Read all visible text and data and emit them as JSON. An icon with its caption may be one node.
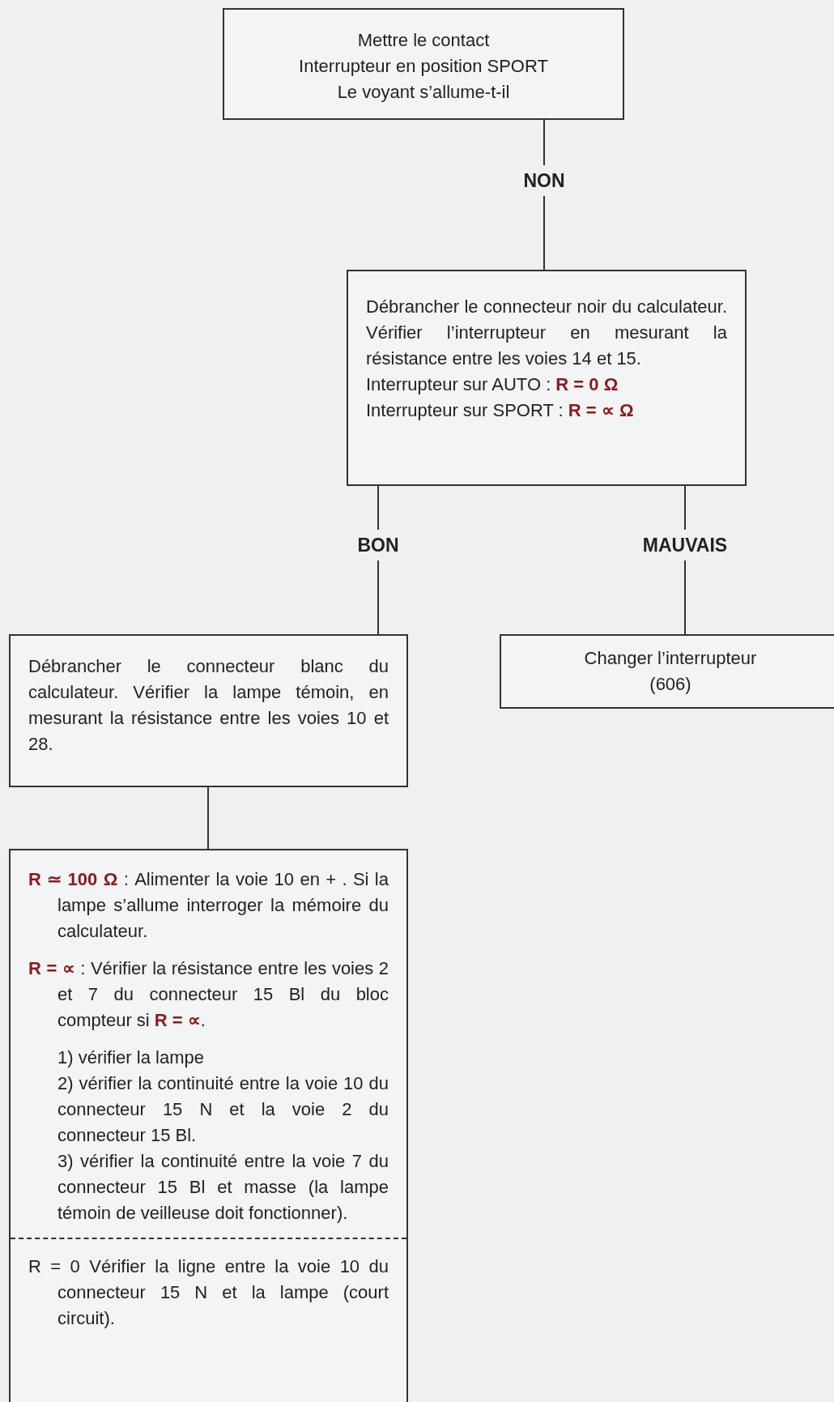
{
  "diagram": {
    "nodes": [
      {
        "text": [
          "Mettre le contact",
          "Interrupteur en position SPORT",
          "Le voyant s’allume-t-il"
        ]
      },
      {
        "text": [
          "Débrancher le connecteur noir du calculateur. Vérifier l’interrupteur en mesurant la résistance entre les voies 14 et 15.",
          "Interrupteur sur AUTO : **R = 0 Ω**",
          "Interrupteur sur SPORT : **R = ∝ Ω**"
        ]
      },
      {
        "text": [
          "Débrancher le connecteur blanc du calculateur. Vérifier la lampe témoin, en mesurant la résistance entre les voies 10 et 28."
        ]
      },
      {
        "text": [
          "Changer l’interrupteur",
          "(606)"
        ]
      },
      {
        "text": [
          "**R ≃ 100 Ω** : Alimenter la voie 10 en + . Si la lampe s’allume interroger la mémoire du calculateur.",
          "**R = ∝** : Vérifier la résistance entre les voies 2 et 7 du connecteur 15 Bl du bloc compteur si **R = ∝**.",
          "1) vérifier la lampe",
          "2) vérifier la continuité entre la voie 10 du connecteur 15 N et la voie 2 du connecteur 15 Bl.",
          "3) vérifier la continuité entre la voie 7 du connecteur 15 Bl et masse (la lampe témoin de veilleuse doit fonctionner).",
          "R = 0 Vérifier la ligne entre la voie 10 du connecteur 15 N et la lampe (court circuit)."
        ]
      }
    ],
    "edges": [
      {
        "from": 0,
        "to": 1,
        "arrow": "none",
        "label": "NON"
      },
      {
        "from": 1,
        "to": 2,
        "arrow": "none",
        "label": "BON"
      },
      {
        "from": 1,
        "to": 3,
        "arrow": "none",
        "label": "MAUVAIS"
      },
      {
        "from": 2,
        "to": 4,
        "arrow": "none"
      }
    ]
  }
}
